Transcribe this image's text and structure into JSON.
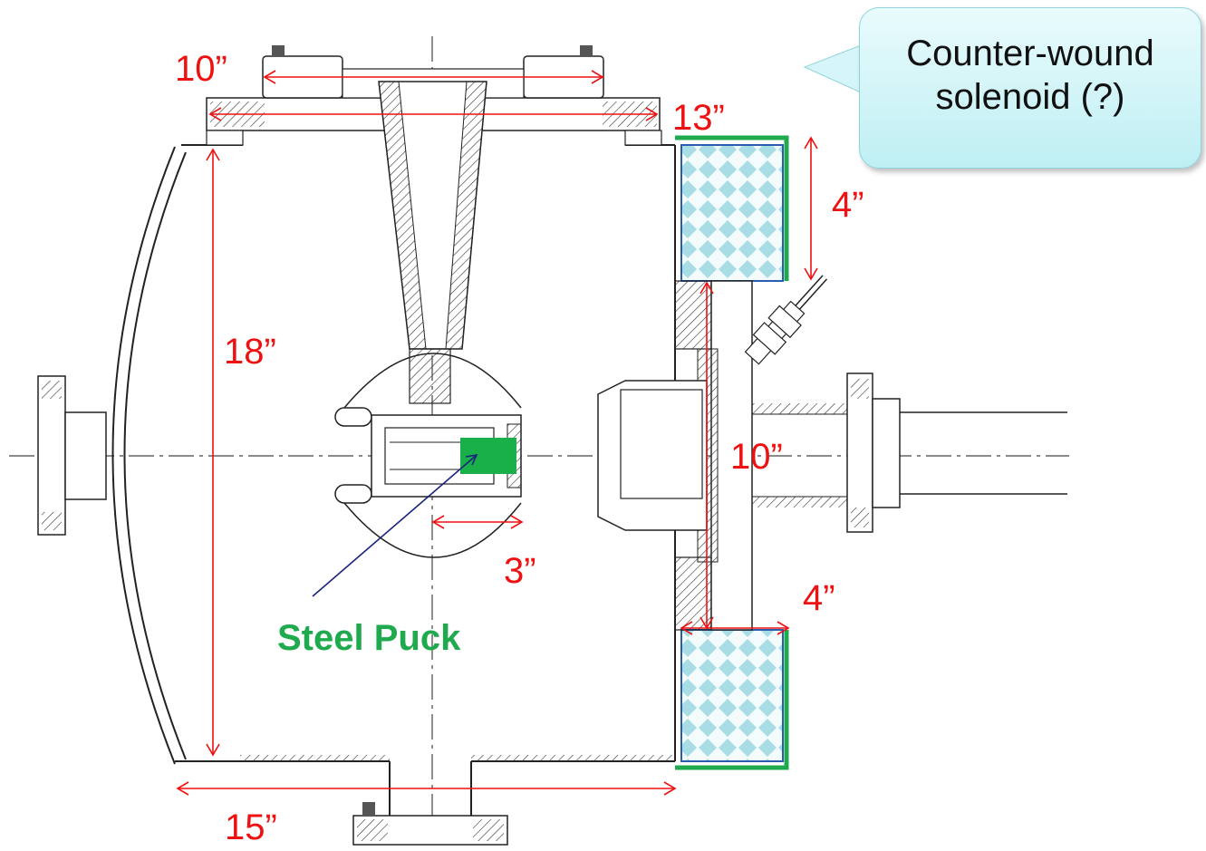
{
  "callout": {
    "line1": "Counter-wound",
    "line2": "solenoid (?)"
  },
  "dimensions": {
    "top_inner": "10”",
    "top_flange": "13”",
    "chamber_height": "18”",
    "solenoid_height_top": "4”",
    "port_diameter": "10”",
    "puck_width": "3”",
    "solenoid_height_bottom": "4”",
    "chamber_width": "15”"
  },
  "labels": {
    "puck": "Steel Puck"
  },
  "colors": {
    "dimension": "#ee1111",
    "label": "#1faa4e",
    "solenoid_frame": "#1faa4e",
    "solenoid_fill": "#a8dde6",
    "callout_fill": "#d6f5f8",
    "puck": "#19b04a",
    "pointer": "#1a237e"
  }
}
